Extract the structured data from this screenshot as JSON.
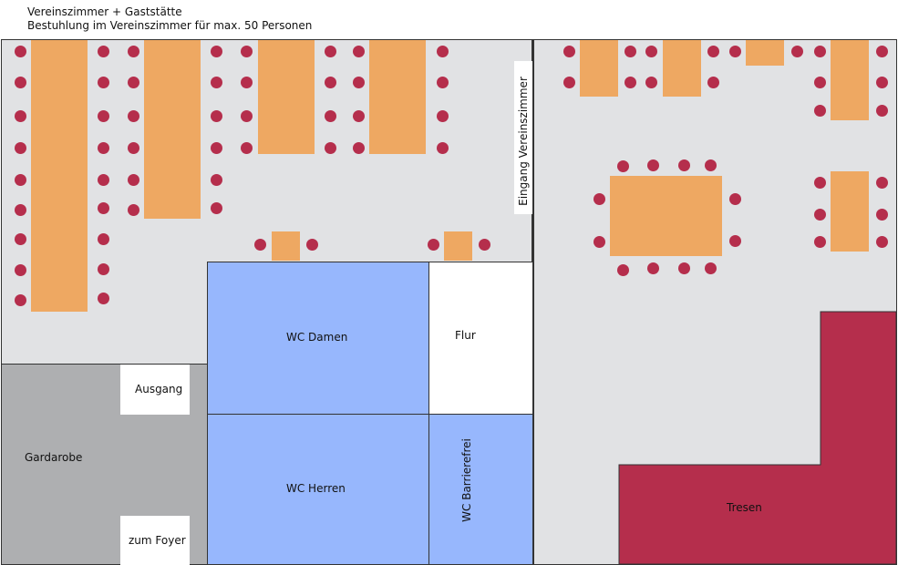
{
  "header": {
    "title": "Vereinszimmer + Gaststätte",
    "subtitle": "Bestuhlung im Vereinszimmer für max. 50 Personen"
  },
  "labels": {
    "eingang": "Eingang Vereinszimmer",
    "wc_damen": "WC Damen",
    "flur": "Flur",
    "wc_herren": "WC Herren",
    "wc_barrierefrei": "WC Barrierefrei",
    "ausgang": "Ausgang",
    "zum_foyer": "zum Foyer",
    "gardarobe": "Gardarobe",
    "tresen": "Tresen"
  },
  "colors": {
    "floor": "#e1e2e4",
    "wall": "#333333",
    "table": "#eea862",
    "chair": "#b52e4c",
    "wc": "#97b7fd",
    "gardarobe": "#aeafb1",
    "tresen": "#b52e4c",
    "door": "#ffffff"
  }
}
